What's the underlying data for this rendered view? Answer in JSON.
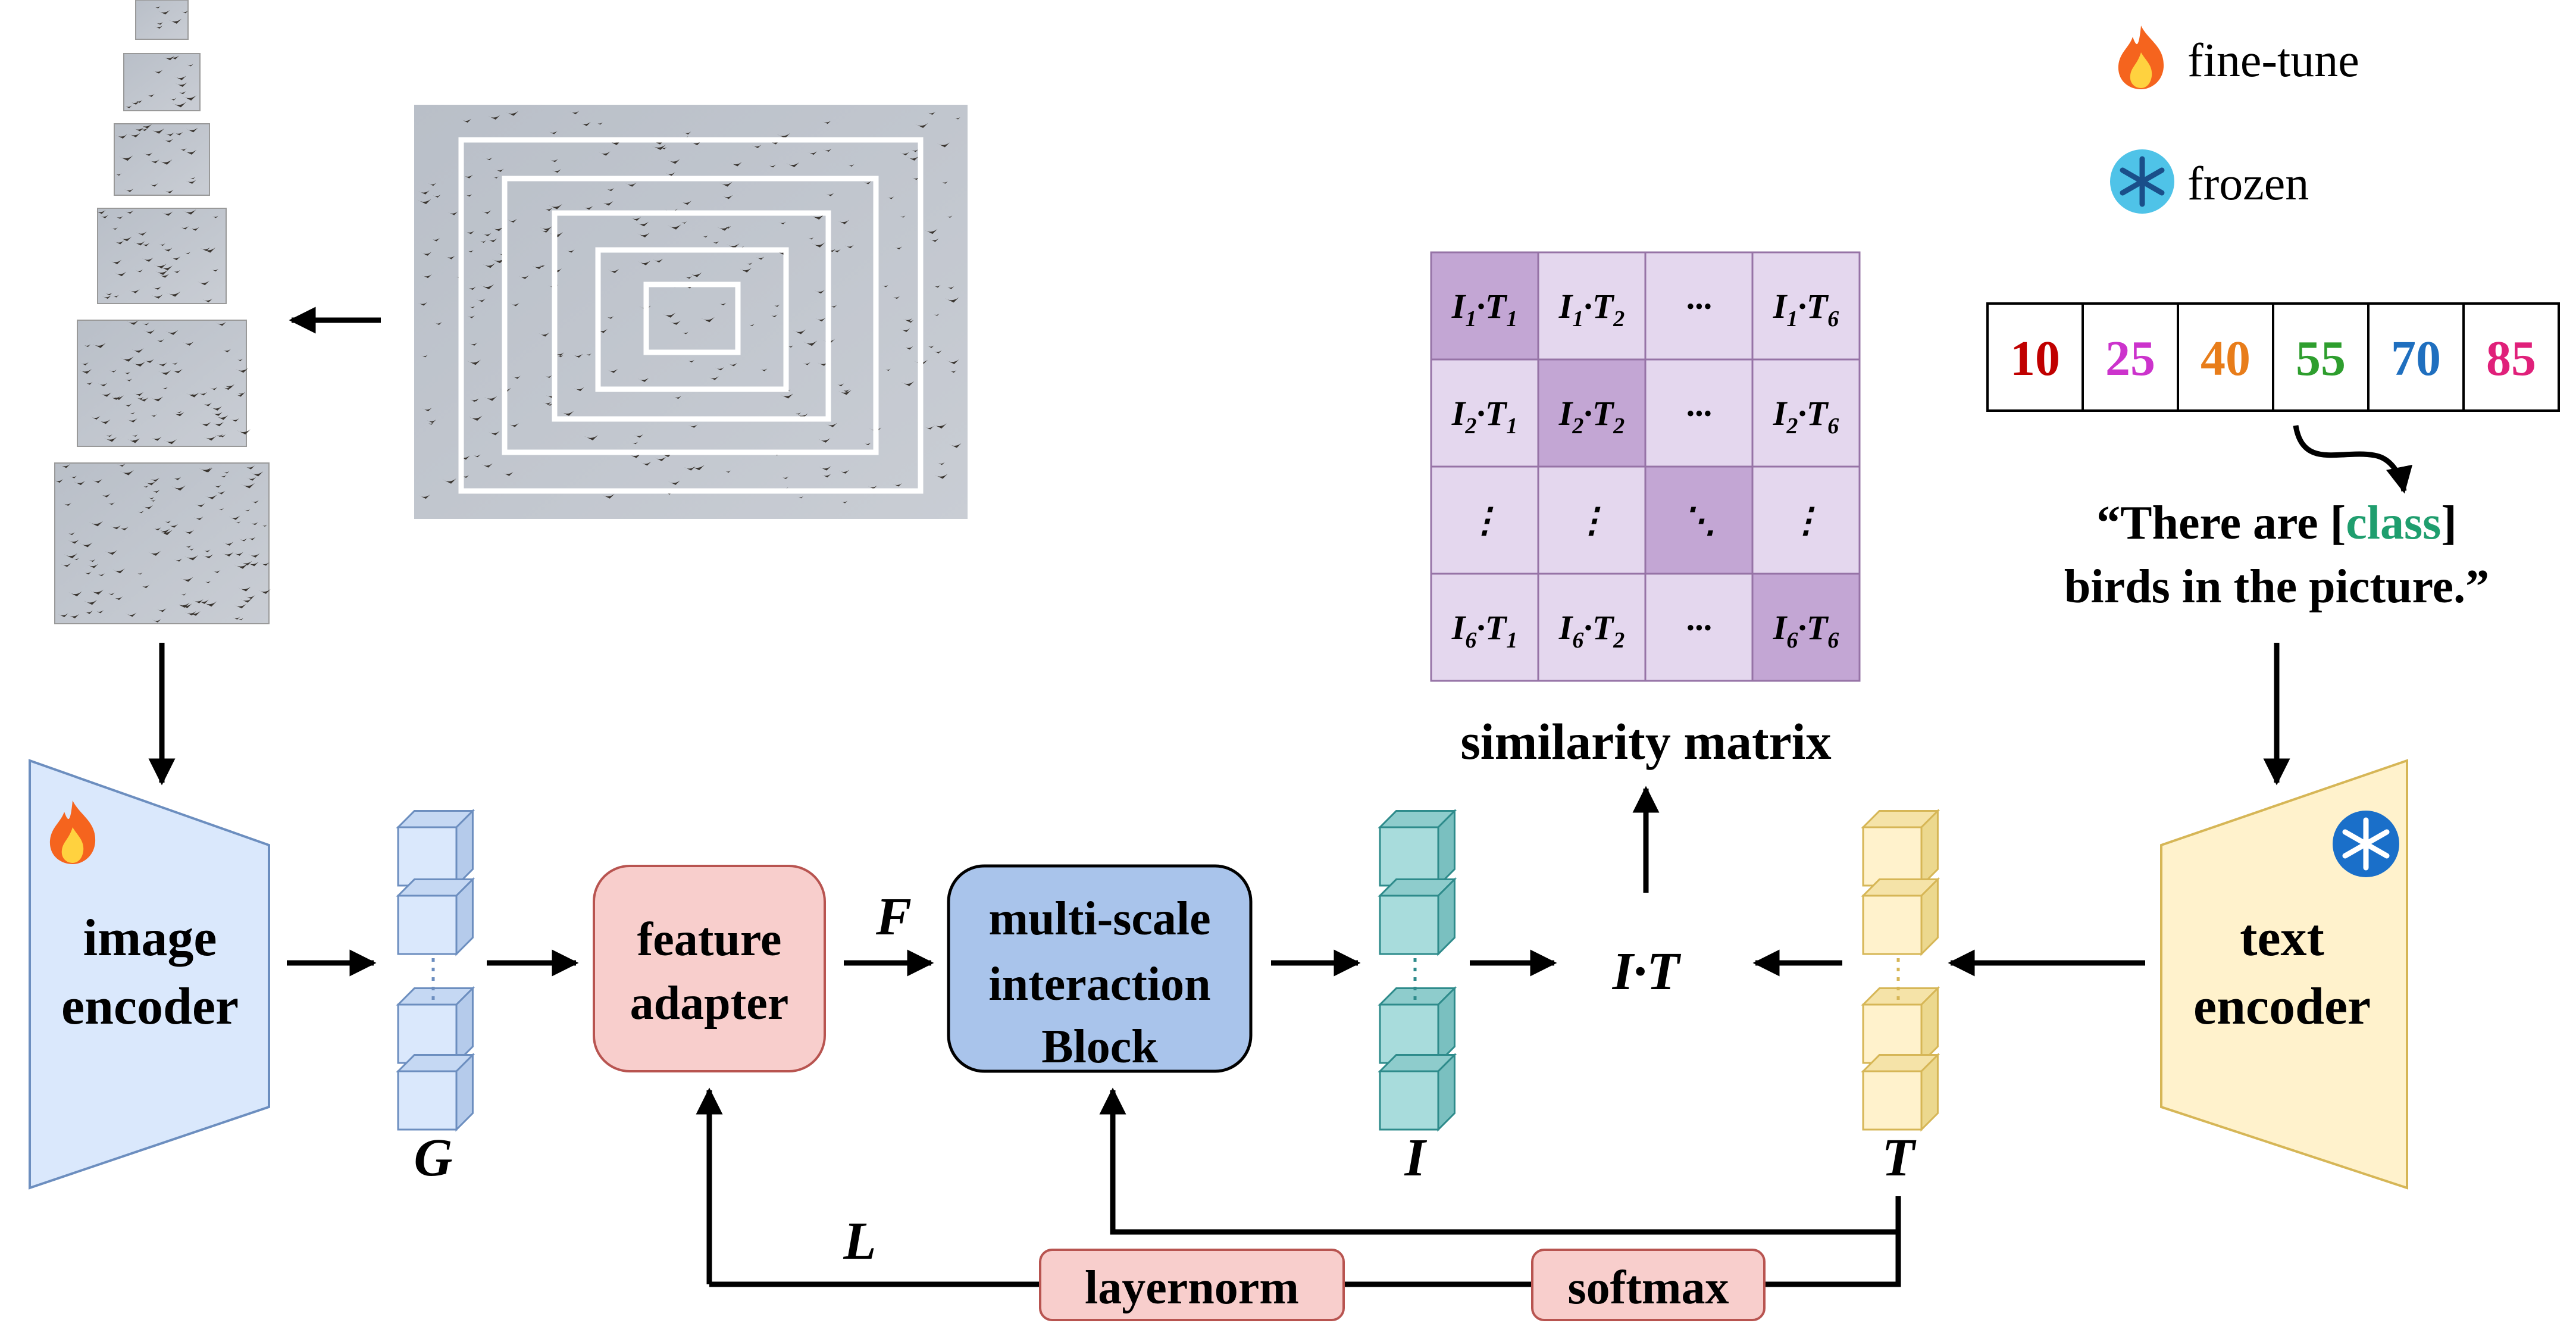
{
  "legend": {
    "finetune_label": "fine-tune",
    "frozen_label": "frozen"
  },
  "class_values": [
    {
      "label": "10",
      "color": "#c00000"
    },
    {
      "label": "25",
      "color": "#cc33cc"
    },
    {
      "label": "40",
      "color": "#e87d1a"
    },
    {
      "label": "55",
      "color": "#2e9e2e"
    },
    {
      "label": "70",
      "color": "#1f6fbf"
    },
    {
      "label": "85",
      "color": "#e0207a"
    }
  ],
  "prompt": {
    "open": "“There are [",
    "class_word": "class",
    "close": "]",
    "line2": "birds in the picture.”",
    "class_color": "#1f9e6e"
  },
  "image_encoder": {
    "line1": "image",
    "line2": "encoder",
    "color": "#dae8fc"
  },
  "text_encoder": {
    "line1": "text",
    "line2": "encoder",
    "color": "#fff2cc"
  },
  "feature_adapter": {
    "line1": "feature",
    "line2": "adapter",
    "color": "#f8cecc"
  },
  "msib": {
    "line1": "multi-scale",
    "line2": "interaction",
    "line3": "Block",
    "color": "#a9c4eb"
  },
  "symbols": {
    "G": "G",
    "F": "F",
    "I": "I",
    "T": "T",
    "L": "L",
    "IT": "I·T"
  },
  "similarity_matrix": {
    "title": "similarity matrix",
    "cells": [
      [
        "I1·T1",
        "I1·T2",
        "···",
        "I1·T6"
      ],
      [
        "I2·T1",
        "I2·T2",
        "···",
        "I2·T6"
      ],
      [
        "⋮",
        "⋮",
        "⋱",
        "⋮"
      ],
      [
        "I6·T1",
        "I6·T2",
        "···",
        "I6·T6"
      ]
    ]
  },
  "norm_boxes": {
    "layernorm": "layernorm",
    "softmax": "softmax"
  }
}
